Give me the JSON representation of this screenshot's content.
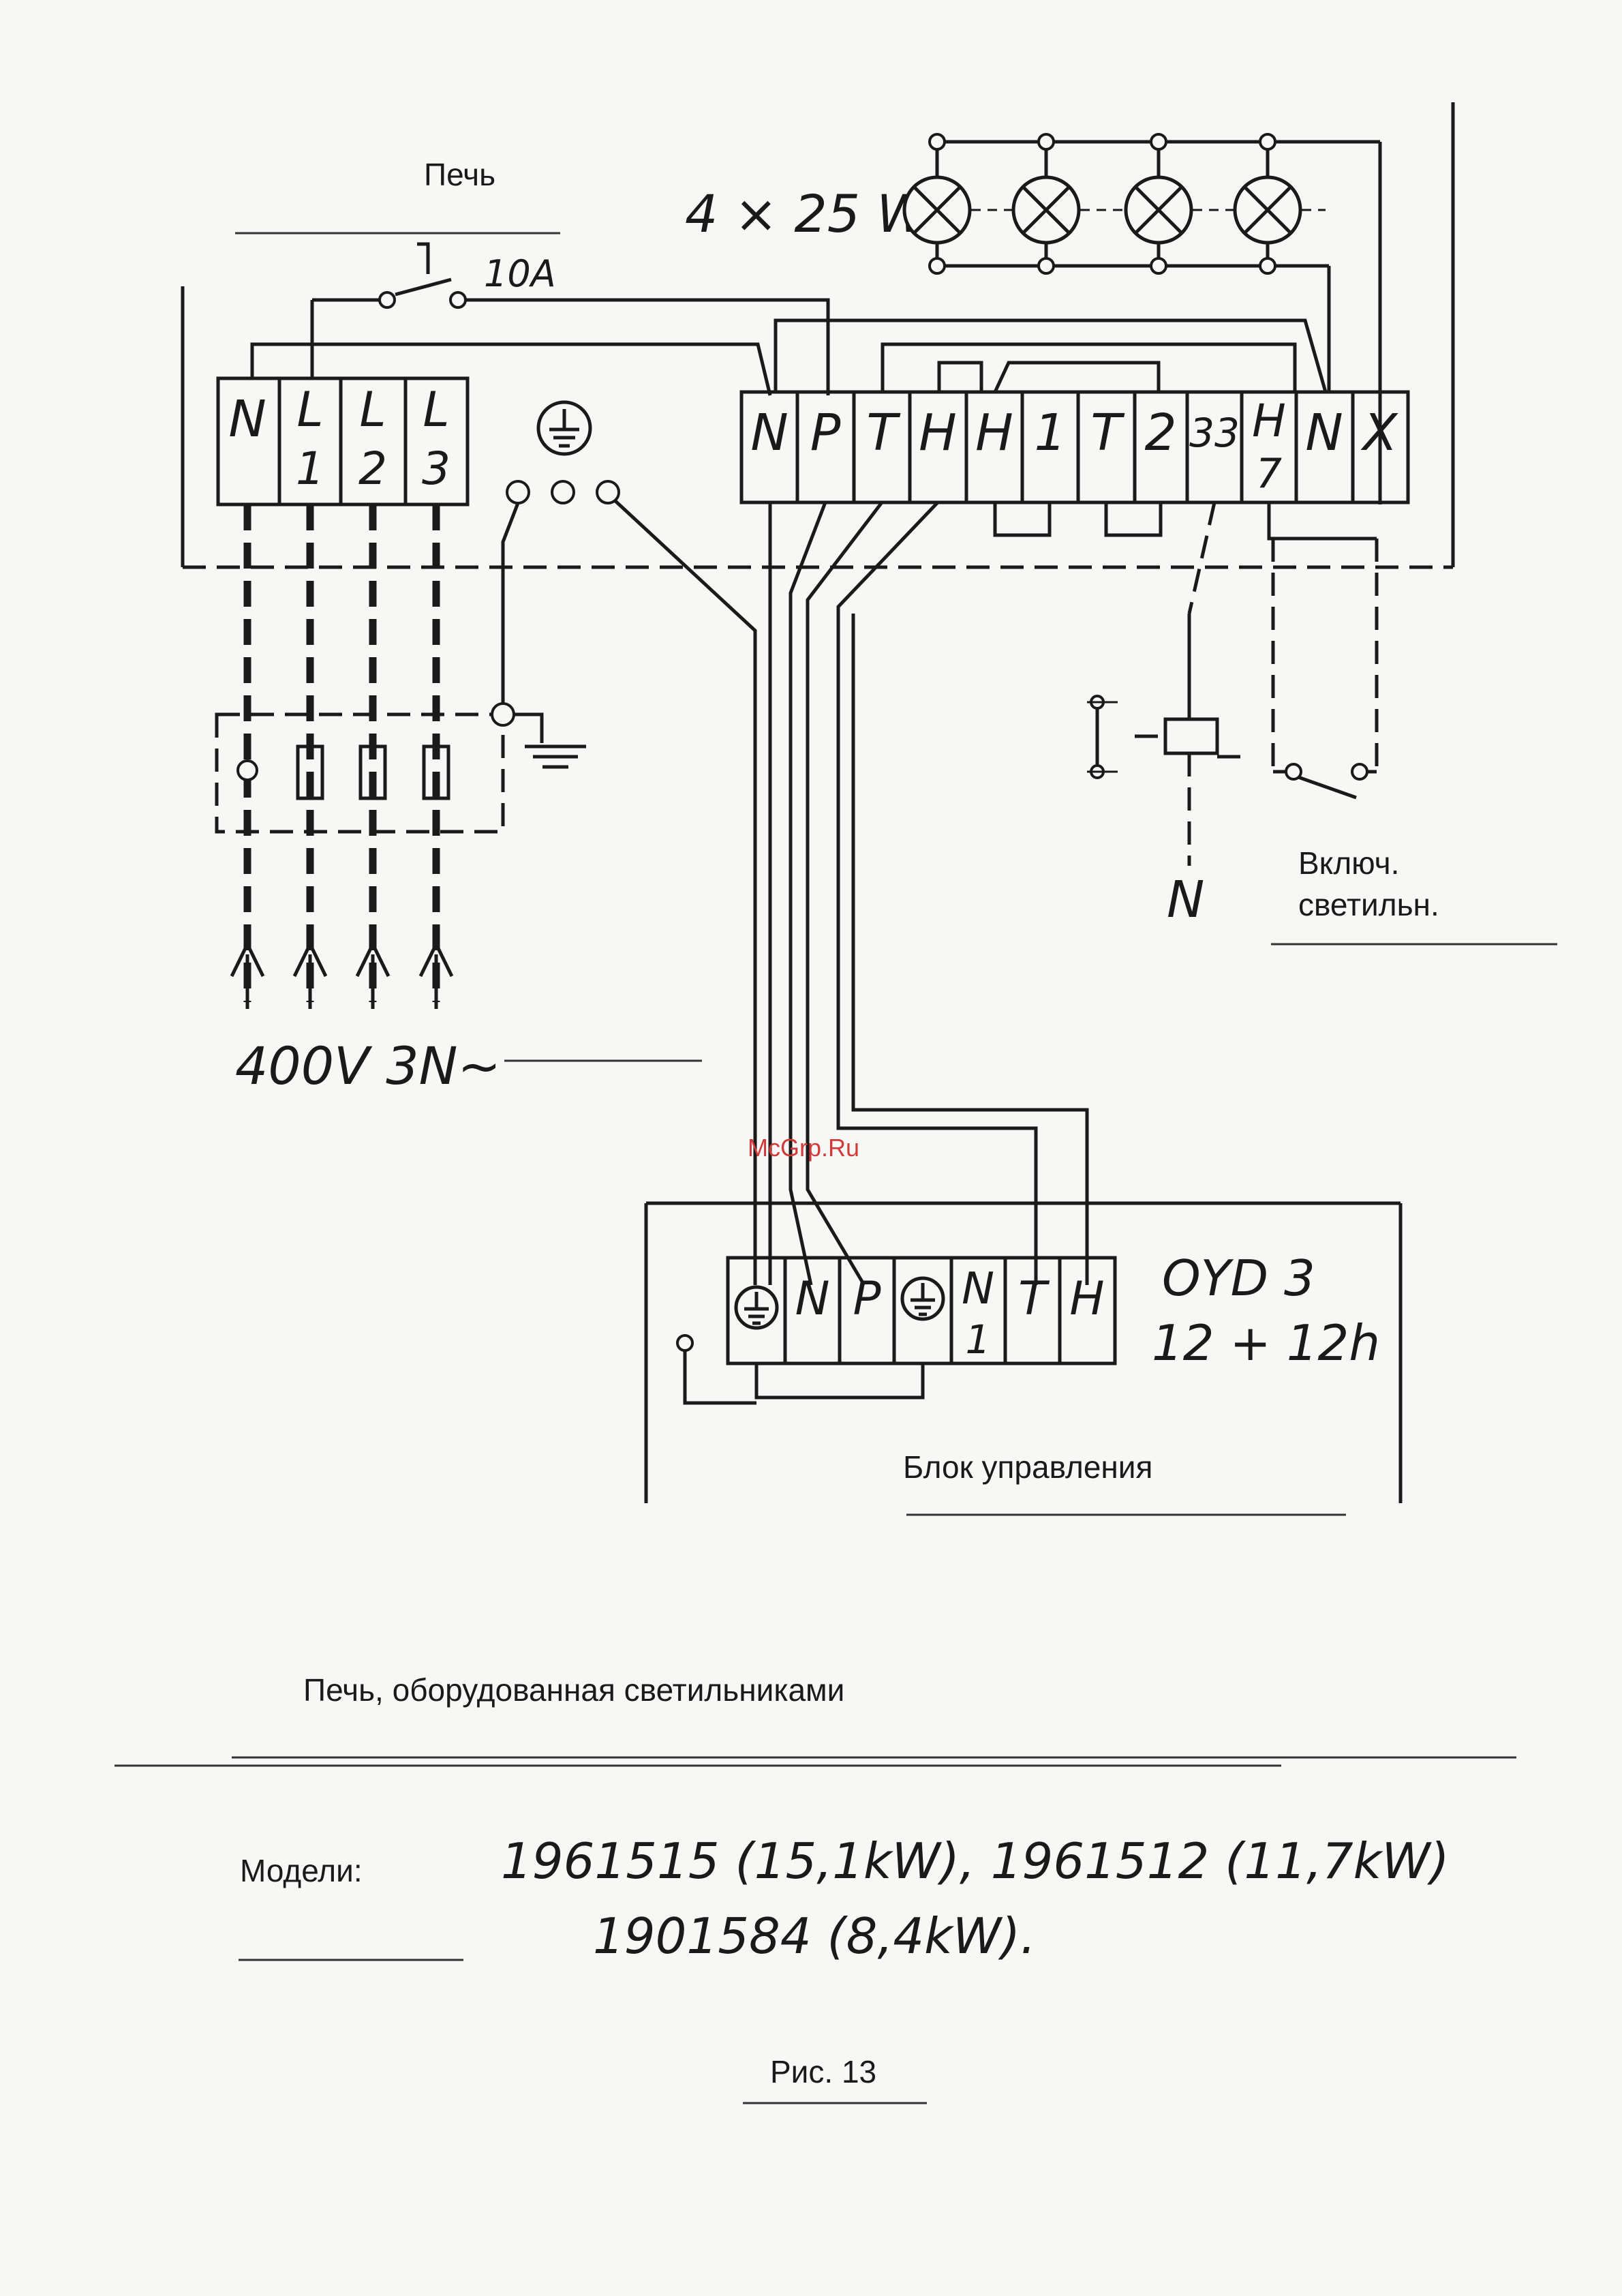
{
  "labels": {
    "oven": "Печь",
    "lamps": "4 × 25 W",
    "breaker": "10A",
    "supply": "400V 3N~",
    "neutral_out": "N",
    "light_switch_line1": "Включ.",
    "light_switch_line2": "светильн.",
    "watermark": "McGrp.Ru",
    "controller_model_line1": "OYD 3",
    "controller_model_line2": "12 + 12h",
    "control_unit": "Блок управления",
    "caption": "Печь, оборудованная светильниками",
    "models_label": "Модели:",
    "models_line1": "1961515 (15,1kW), 1961512 (11,7kW)",
    "models_line2": "1901584 (8,4kW).",
    "figure": "Рис. 13"
  },
  "supply_terminals": [
    {
      "top": "N",
      "bottom": ""
    },
    {
      "top": "L",
      "bottom": "1"
    },
    {
      "top": "L",
      "bottom": "2"
    },
    {
      "top": "L",
      "bottom": "3"
    }
  ],
  "main_terminals": [
    {
      "top": "N",
      "bottom": ""
    },
    {
      "top": "P",
      "bottom": ""
    },
    {
      "top": "T",
      "bottom": ""
    },
    {
      "top": "H",
      "bottom": ""
    },
    {
      "top": "H",
      "bottom": ""
    },
    {
      "top": "1",
      "bottom": ""
    },
    {
      "top": "T",
      "bottom": ""
    },
    {
      "top": "2",
      "bottom": ""
    },
    {
      "top": "33",
      "bottom": ""
    },
    {
      "top": "H",
      "bottom": "7"
    },
    {
      "top": "N",
      "bottom": ""
    },
    {
      "top": "X",
      "bottom": ""
    }
  ],
  "control_terminals": [
    {
      "top": "earth",
      "bottom": ""
    },
    {
      "top": "N",
      "bottom": ""
    },
    {
      "top": "P",
      "bottom": ""
    },
    {
      "top": "earth",
      "bottom": ""
    },
    {
      "top": "N",
      "bottom": "1"
    },
    {
      "top": "T",
      "bottom": ""
    },
    {
      "top": "H",
      "bottom": ""
    }
  ]
}
